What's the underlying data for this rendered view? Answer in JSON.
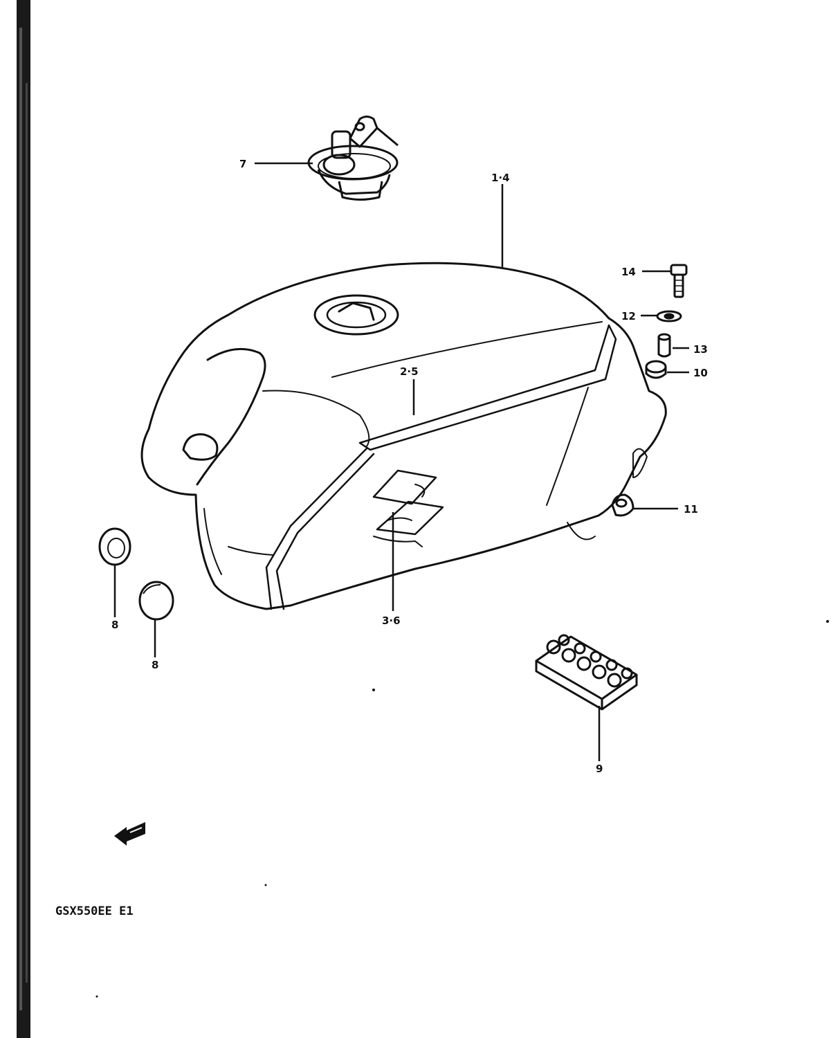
{
  "diagram": {
    "callouts": {
      "p7": "7",
      "p1_4": "1·4",
      "p14": "14",
      "p12": "12",
      "p13": "13",
      "p10": "10",
      "p2_5": "2·5",
      "p11": "11",
      "p3_6": "3·6",
      "p8a": "8",
      "p8b": "8",
      "p9": "9"
    },
    "model_code": "GSX550EE E1"
  },
  "colors": {
    "ink": "#111111",
    "paper": "#ffffff"
  }
}
